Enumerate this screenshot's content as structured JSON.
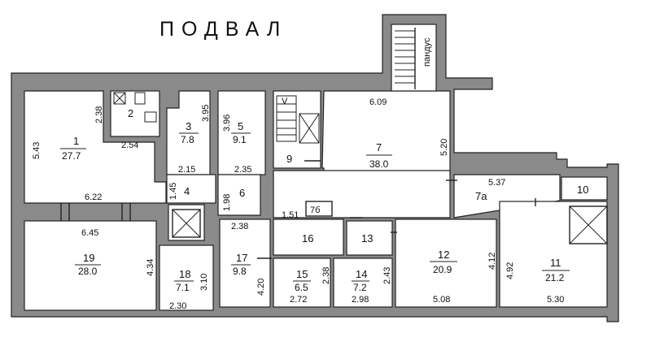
{
  "title": "ПОДВАЛ",
  "ramp_label": "пандус",
  "rooms": [
    {
      "number": "1",
      "area": "27.7"
    },
    {
      "number": "2",
      "area": ""
    },
    {
      "number": "3",
      "area": "7.8"
    },
    {
      "number": "4",
      "area": ""
    },
    {
      "number": "5",
      "area": "9.1"
    },
    {
      "number": "6",
      "area": ""
    },
    {
      "number": "7",
      "area": "38.0"
    },
    {
      "number": "7а",
      "area": ""
    },
    {
      "number": "7б",
      "area": ""
    },
    {
      "number": "9",
      "area": ""
    },
    {
      "number": "10",
      "area": ""
    },
    {
      "number": "11",
      "area": "21.2"
    },
    {
      "number": "12",
      "area": "20.9"
    },
    {
      "number": "13",
      "area": ""
    },
    {
      "number": "14",
      "area": "7.2"
    },
    {
      "number": "15",
      "area": "6.5"
    },
    {
      "number": "16",
      "area": ""
    },
    {
      "number": "17",
      "area": "9.8"
    },
    {
      "number": "18",
      "area": "7.1"
    },
    {
      "number": "19",
      "area": "28.0"
    }
  ],
  "dimensions": [
    "2.38",
    "2.54",
    "5.43",
    "6.22",
    "3.95",
    "2.15",
    "3.96",
    "2.35",
    "6.09",
    "5.20",
    "1.45",
    "1.98",
    "6.45",
    "2.38",
    "1.51",
    "5.37",
    "4.34",
    "3.10",
    "2.30",
    "4.20",
    "2.72",
    "2.38",
    "2.98",
    "2.43",
    "4.12",
    "5.08",
    "4.92",
    "5.30"
  ]
}
